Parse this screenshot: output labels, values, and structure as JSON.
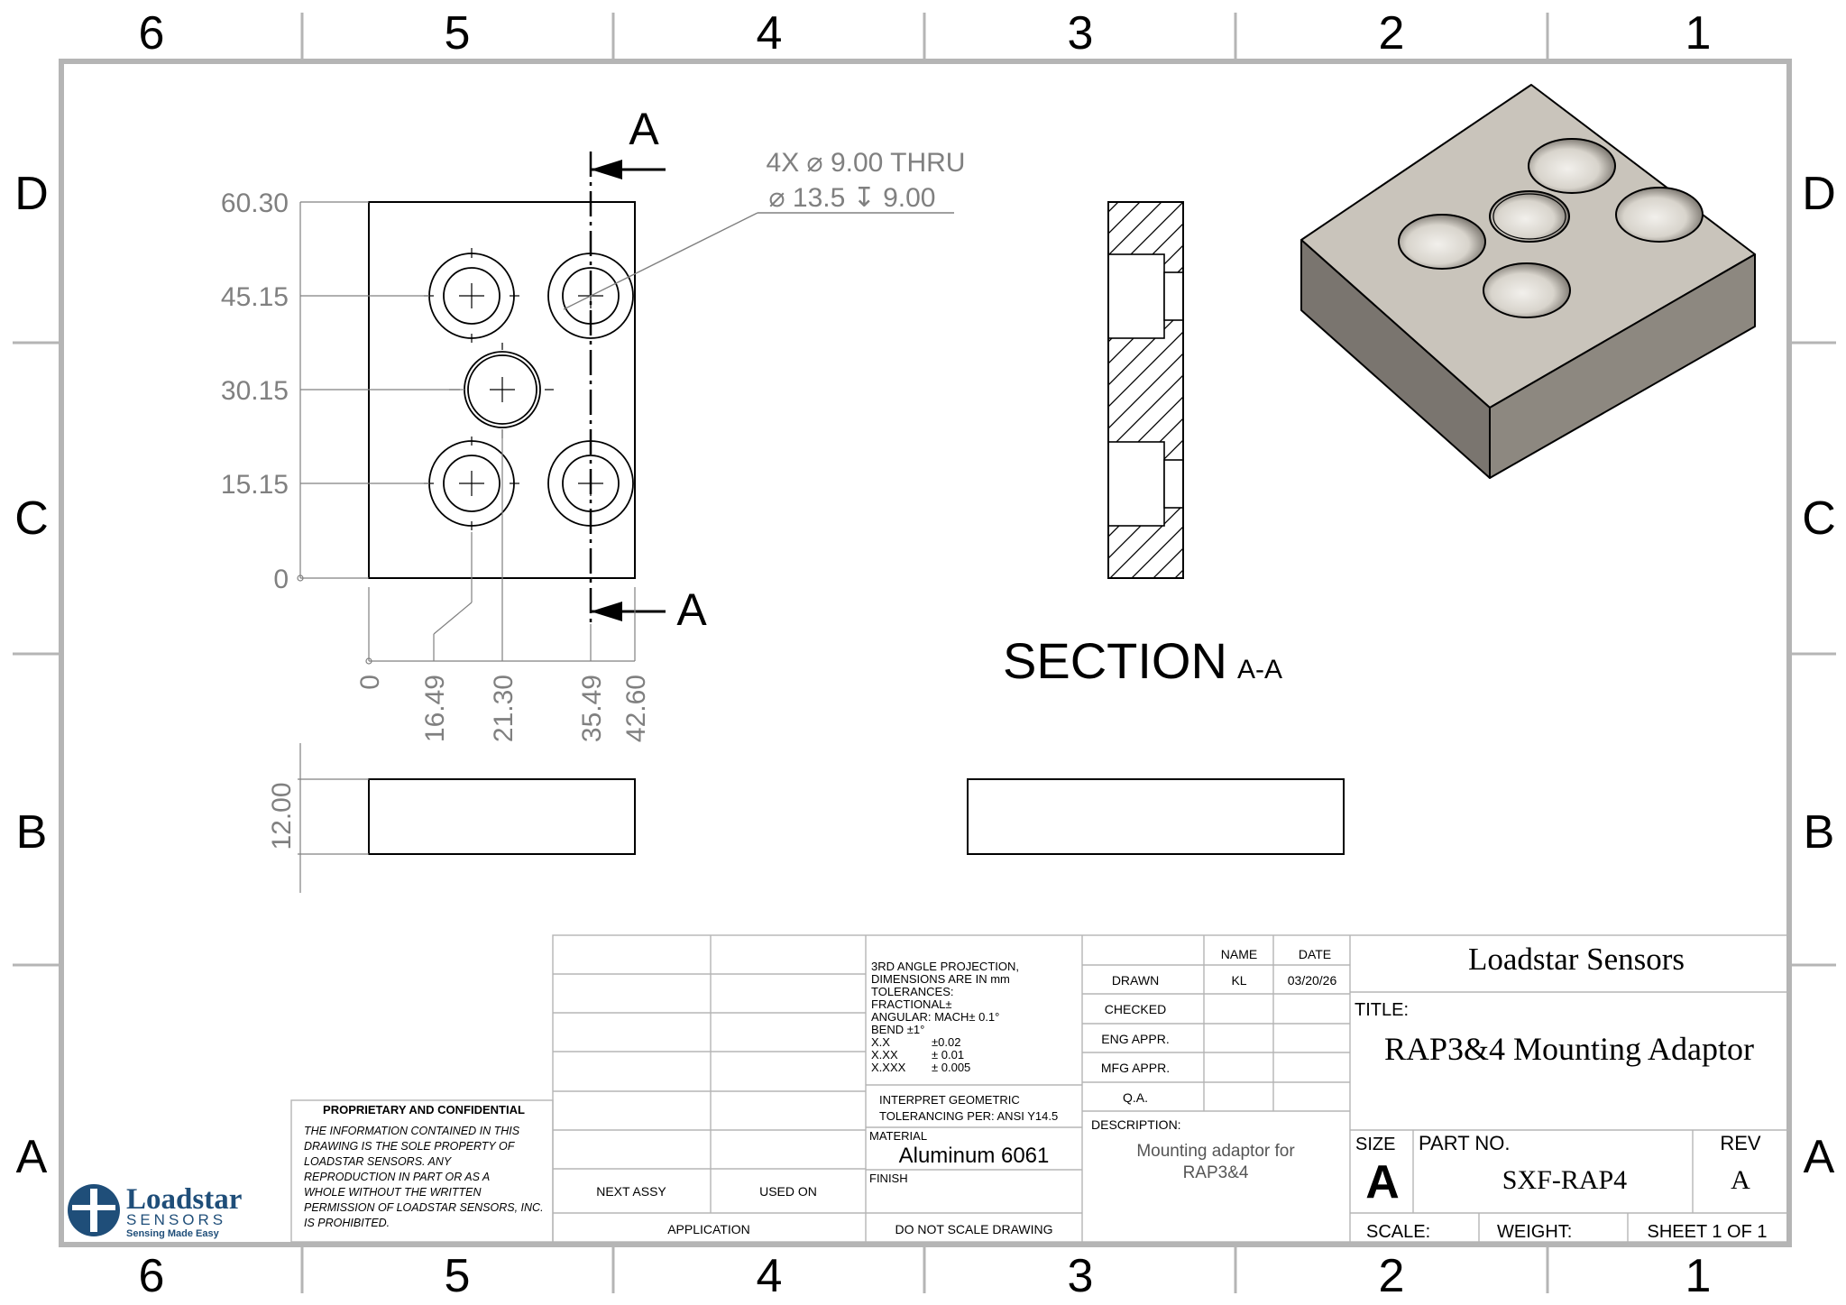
{
  "border": {
    "columns": [
      "6",
      "5",
      "4",
      "3",
      "2",
      "1"
    ],
    "rows": [
      "D",
      "C",
      "B",
      "A"
    ]
  },
  "front_view": {
    "y_dims": [
      "60.30",
      "45.15",
      "30.15",
      "15.15",
      "0"
    ],
    "x_dims": [
      "0",
      "16.49",
      "21.30",
      "35.49",
      "42.60"
    ],
    "thickness_dim": "12.00",
    "hole_note_line1": "4X  ⌀ 9.00 THRU",
    "hole_note_line2": "⌀ 13.5 ↧ 9.00",
    "section_marker": "A"
  },
  "section_view": {
    "label": "SECTION",
    "sublabel": "A-A"
  },
  "title_block": {
    "proprietary": {
      "heading": "PROPRIETARY AND CONFIDENTIAL",
      "lines": [
        "THE INFORMATION CONTAINED IN THIS",
        "DRAWING IS THE SOLE PROPERTY OF",
        "LOADSTAR SENSORS.  ANY",
        "REPRODUCTION IN PART OR AS A",
        "WHOLE WITHOUT THE WRITTEN",
        "PERMISSION OF LOADSTAR SENSORS, INC.",
        "IS PROHIBITED."
      ]
    },
    "logo": {
      "name": "Loadstar",
      "sub": "SENSORS",
      "tagline": "Sensing Made Easy"
    },
    "next_assy": "NEXT ASSY",
    "used_on": "USED ON",
    "application": "APPLICATION",
    "tolerances": [
      "3RD ANGLE PROJECTION,",
      "DIMENSIONS ARE IN mm",
      "TOLERANCES:",
      "FRACTIONAL±",
      "ANGULAR: MACH± 0.1°",
      "BEND  ±1°"
    ],
    "tol_rows": [
      {
        "label": "X.X",
        "value": "±0.02"
      },
      {
        "label": "X.XX",
        "value": "± 0.01"
      },
      {
        "label": "X.XXX",
        "value": "± 0.005"
      }
    ],
    "interpret_line1": "INTERPRET GEOMETRIC",
    "interpret_line2": "TOLERANCING PER:  ANSI Y14.5",
    "material_label": "MATERIAL",
    "material_value": "Aluminum 6061",
    "finish_label": "FINISH",
    "do_not_scale": "DO NOT SCALE DRAWING",
    "name_header": "NAME",
    "date_header": "DATE",
    "approvals": [
      {
        "role": "DRAWN",
        "name": "KL",
        "date": "03/20/26"
      },
      {
        "role": "CHECKED",
        "name": "",
        "date": ""
      },
      {
        "role": "ENG APPR.",
        "name": "",
        "date": ""
      },
      {
        "role": "MFG APPR.",
        "name": "",
        "date": ""
      },
      {
        "role": "Q.A.",
        "name": "",
        "date": ""
      }
    ],
    "description_label": "DESCRIPTION:",
    "description_line1": "Mounting adaptor for",
    "description_line2": "RAP3&4",
    "company": "Loadstar Sensors",
    "title_label": "TITLE:",
    "title_value": "RAP3&4 Mounting Adaptor",
    "size_label": "SIZE",
    "size_value": "A",
    "part_no_label": "PART NO.",
    "part_no_value": "SXF-RAP4",
    "rev_label": "REV",
    "rev_value": "A",
    "scale_label": "SCALE:",
    "weight_label": "WEIGHT:",
    "sheet_label": "SHEET 1 OF 1"
  },
  "colors": {
    "border": "#b5b5b5",
    "line": "#000000",
    "dim": "#808080",
    "plate_top": "#c9c4bb",
    "plate_front": "#7a756f",
    "plate_side": "#8d8880",
    "logo_blue": "#1f4e79"
  }
}
